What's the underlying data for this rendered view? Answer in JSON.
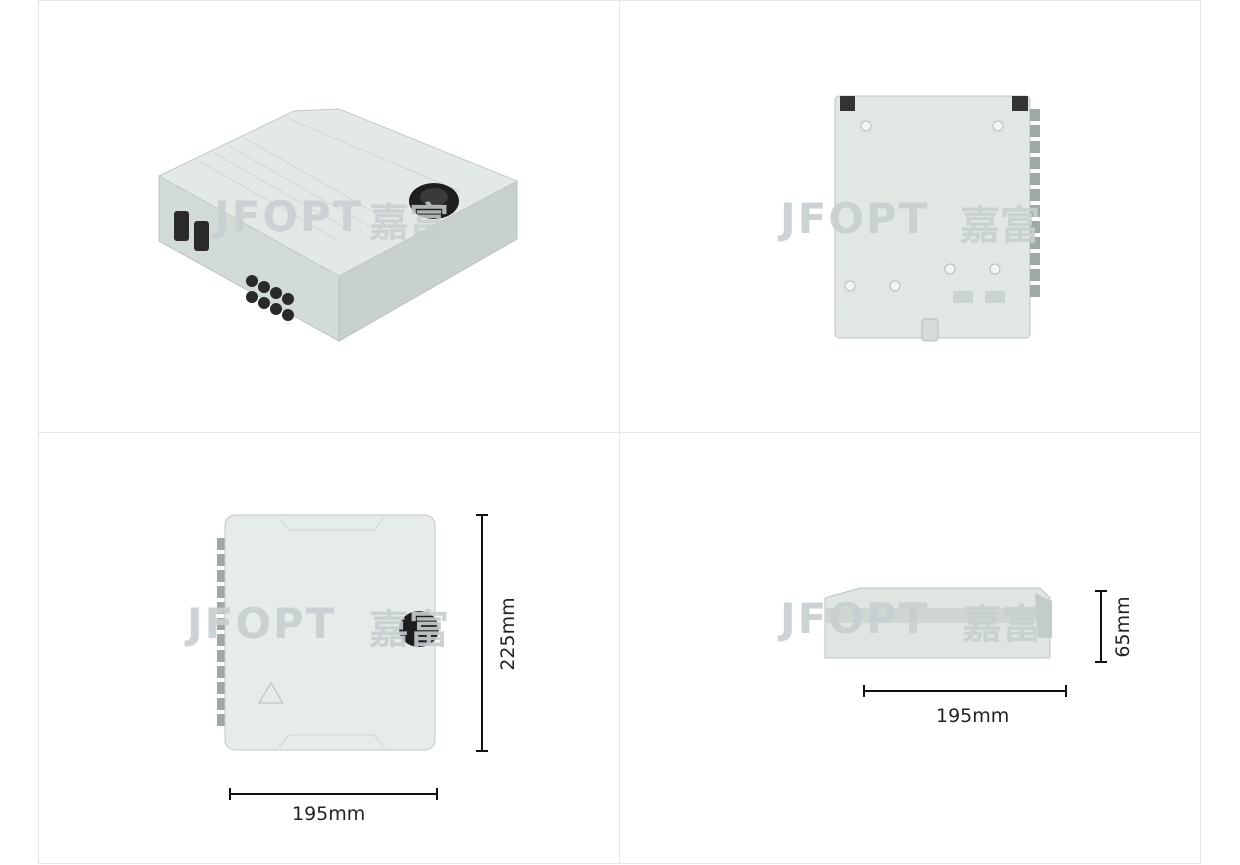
{
  "watermark": {
    "latin": "JFOPT",
    "cjk": "嘉富"
  },
  "dimensions": {
    "front_width": "195mm",
    "front_height": "225mm",
    "side_width": "195mm",
    "side_height": "65mm"
  },
  "colors": {
    "enclosure": "#dfe6e2",
    "enclosure_shadow": "#c4ccc8",
    "port": "#9fa9a4",
    "latch": "#1e1e1e",
    "watermark": "#c8cfd0",
    "dim_line": "#111111"
  }
}
